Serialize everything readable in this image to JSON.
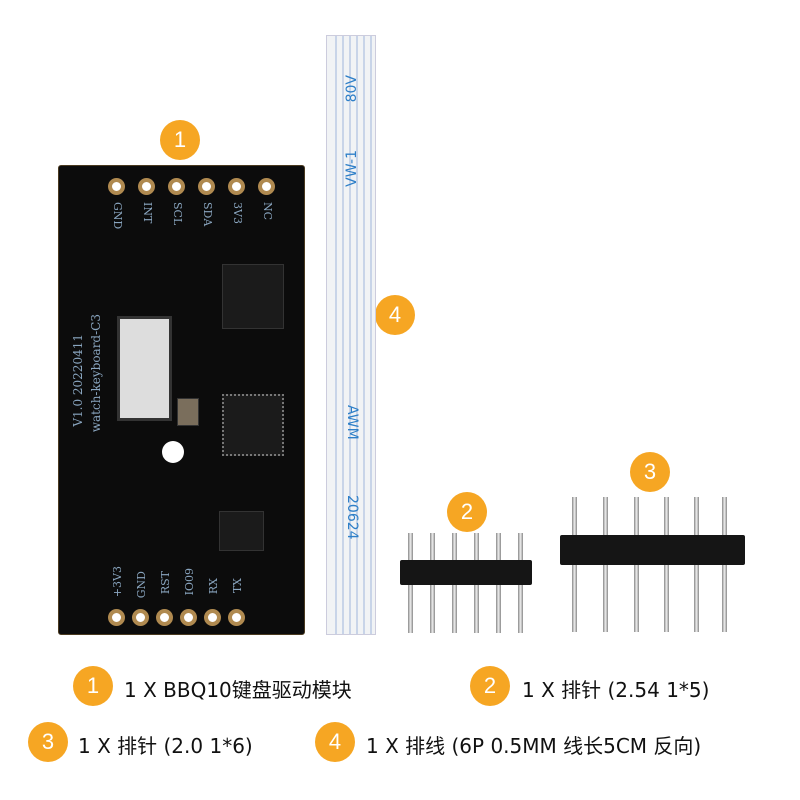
{
  "callouts": [
    "1",
    "2",
    "3",
    "4"
  ],
  "board": {
    "top_pins": [
      "GND",
      "INT",
      "SCL",
      "SDA",
      "3V3",
      "NC"
    ],
    "bottom_pins": [
      "+3V3",
      "GND",
      "RST",
      "IO09",
      "RX",
      "TX"
    ],
    "silk_name": "watch-keyboard-C3",
    "silk_version": "V1.0 20220411"
  },
  "ribbon_text": [
    "80V",
    "VW-1",
    "AWM",
    "20624"
  ],
  "legend": [
    {
      "num": "1",
      "text": "1 X BBQ10键盘驱动模块"
    },
    {
      "num": "2",
      "text": "1 X 排针 (2.54  1*5)"
    },
    {
      "num": "3",
      "text": "1 X 排针 (2.0 1*6)"
    },
    {
      "num": "4",
      "text": "1 X 排线 (6P 0.5MM 线长5CM 反向)"
    }
  ],
  "accent": "#f6a623"
}
